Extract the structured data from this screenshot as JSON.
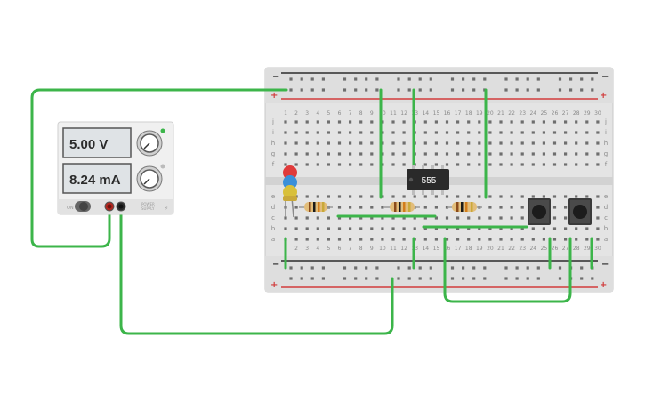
{
  "power_supply": {
    "voltage_display": "5.00 V",
    "current_display": "8.24 mA",
    "on_label": "ON",
    "brand_lines": [
      "POWER",
      "SUPPLY"
    ]
  },
  "breadboard": {
    "column_numbers": [
      "1",
      "2",
      "3",
      "4",
      "5",
      "6",
      "7",
      "8",
      "9",
      "10",
      "11",
      "12",
      "13",
      "14",
      "15",
      "16",
      "17",
      "18",
      "19",
      "20",
      "21",
      "22",
      "23",
      "24",
      "25",
      "26",
      "27",
      "28",
      "29",
      "30"
    ],
    "row_letters_top": [
      "j",
      "i",
      "h",
      "g",
      "f"
    ],
    "row_letters_bottom": [
      "e",
      "d",
      "c",
      "b",
      "a"
    ],
    "rail_minus": "−",
    "rail_plus": "+"
  },
  "chip": {
    "label": "555"
  },
  "colors": {
    "wire": "#3cb54a",
    "rail_red": "#d23c3c",
    "rail_black": "#2b2b2b",
    "board": "#e6e6e6",
    "chip": "#2a2a2a",
    "resistor": "#e2bd7a"
  }
}
